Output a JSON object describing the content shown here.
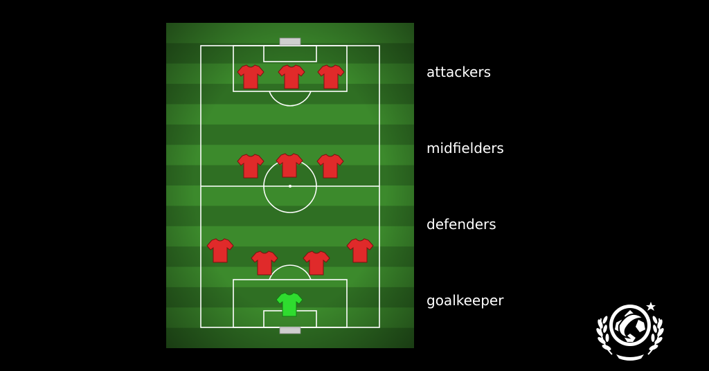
{
  "formation": {
    "lines": [
      {
        "label": "attackers",
        "players": 3
      },
      {
        "label": "midfielders",
        "players": 3
      },
      {
        "label": "defenders",
        "players": 4
      },
      {
        "label": "goalkeeper",
        "players": 1
      }
    ]
  },
  "colors": {
    "background": "#000000",
    "pitch_dark": "#2f6f23",
    "pitch_light": "#3c8a2c",
    "outfield_shirt": "#e02a2a",
    "goalkeeper_shirt": "#2fdc2f",
    "lines": "#ffffff",
    "label_text": "#ffffff"
  },
  "icons": {
    "outfield": "red-shirt-icon",
    "goalkeeper": "green-shirt-icon",
    "logo": "football-laurel-logo"
  }
}
